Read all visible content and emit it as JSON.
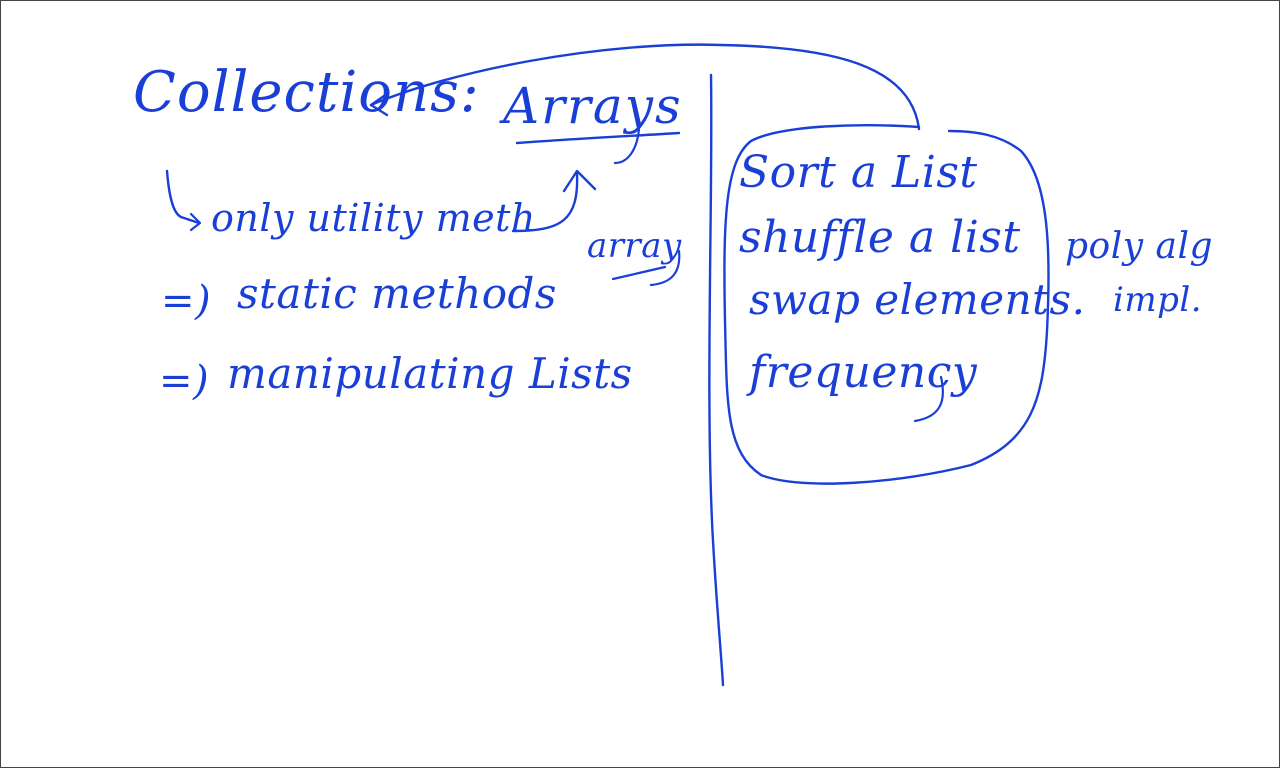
{
  "ink_color": "#1a3fd6",
  "background": "#ffffff",
  "notes": {
    "collections": "Collections:",
    "arrays": "Arrays",
    "only_utility": "only utility meth",
    "static_methods": "static methods",
    "manipulating": "manipulating Lists",
    "array": "array",
    "implies": "=)",
    "sort": "Sort a List",
    "shuffle": "shuffle a list",
    "swap": "swap elements.",
    "frequency": "frequency",
    "poly": "poly alg",
    "impl": "impl."
  }
}
